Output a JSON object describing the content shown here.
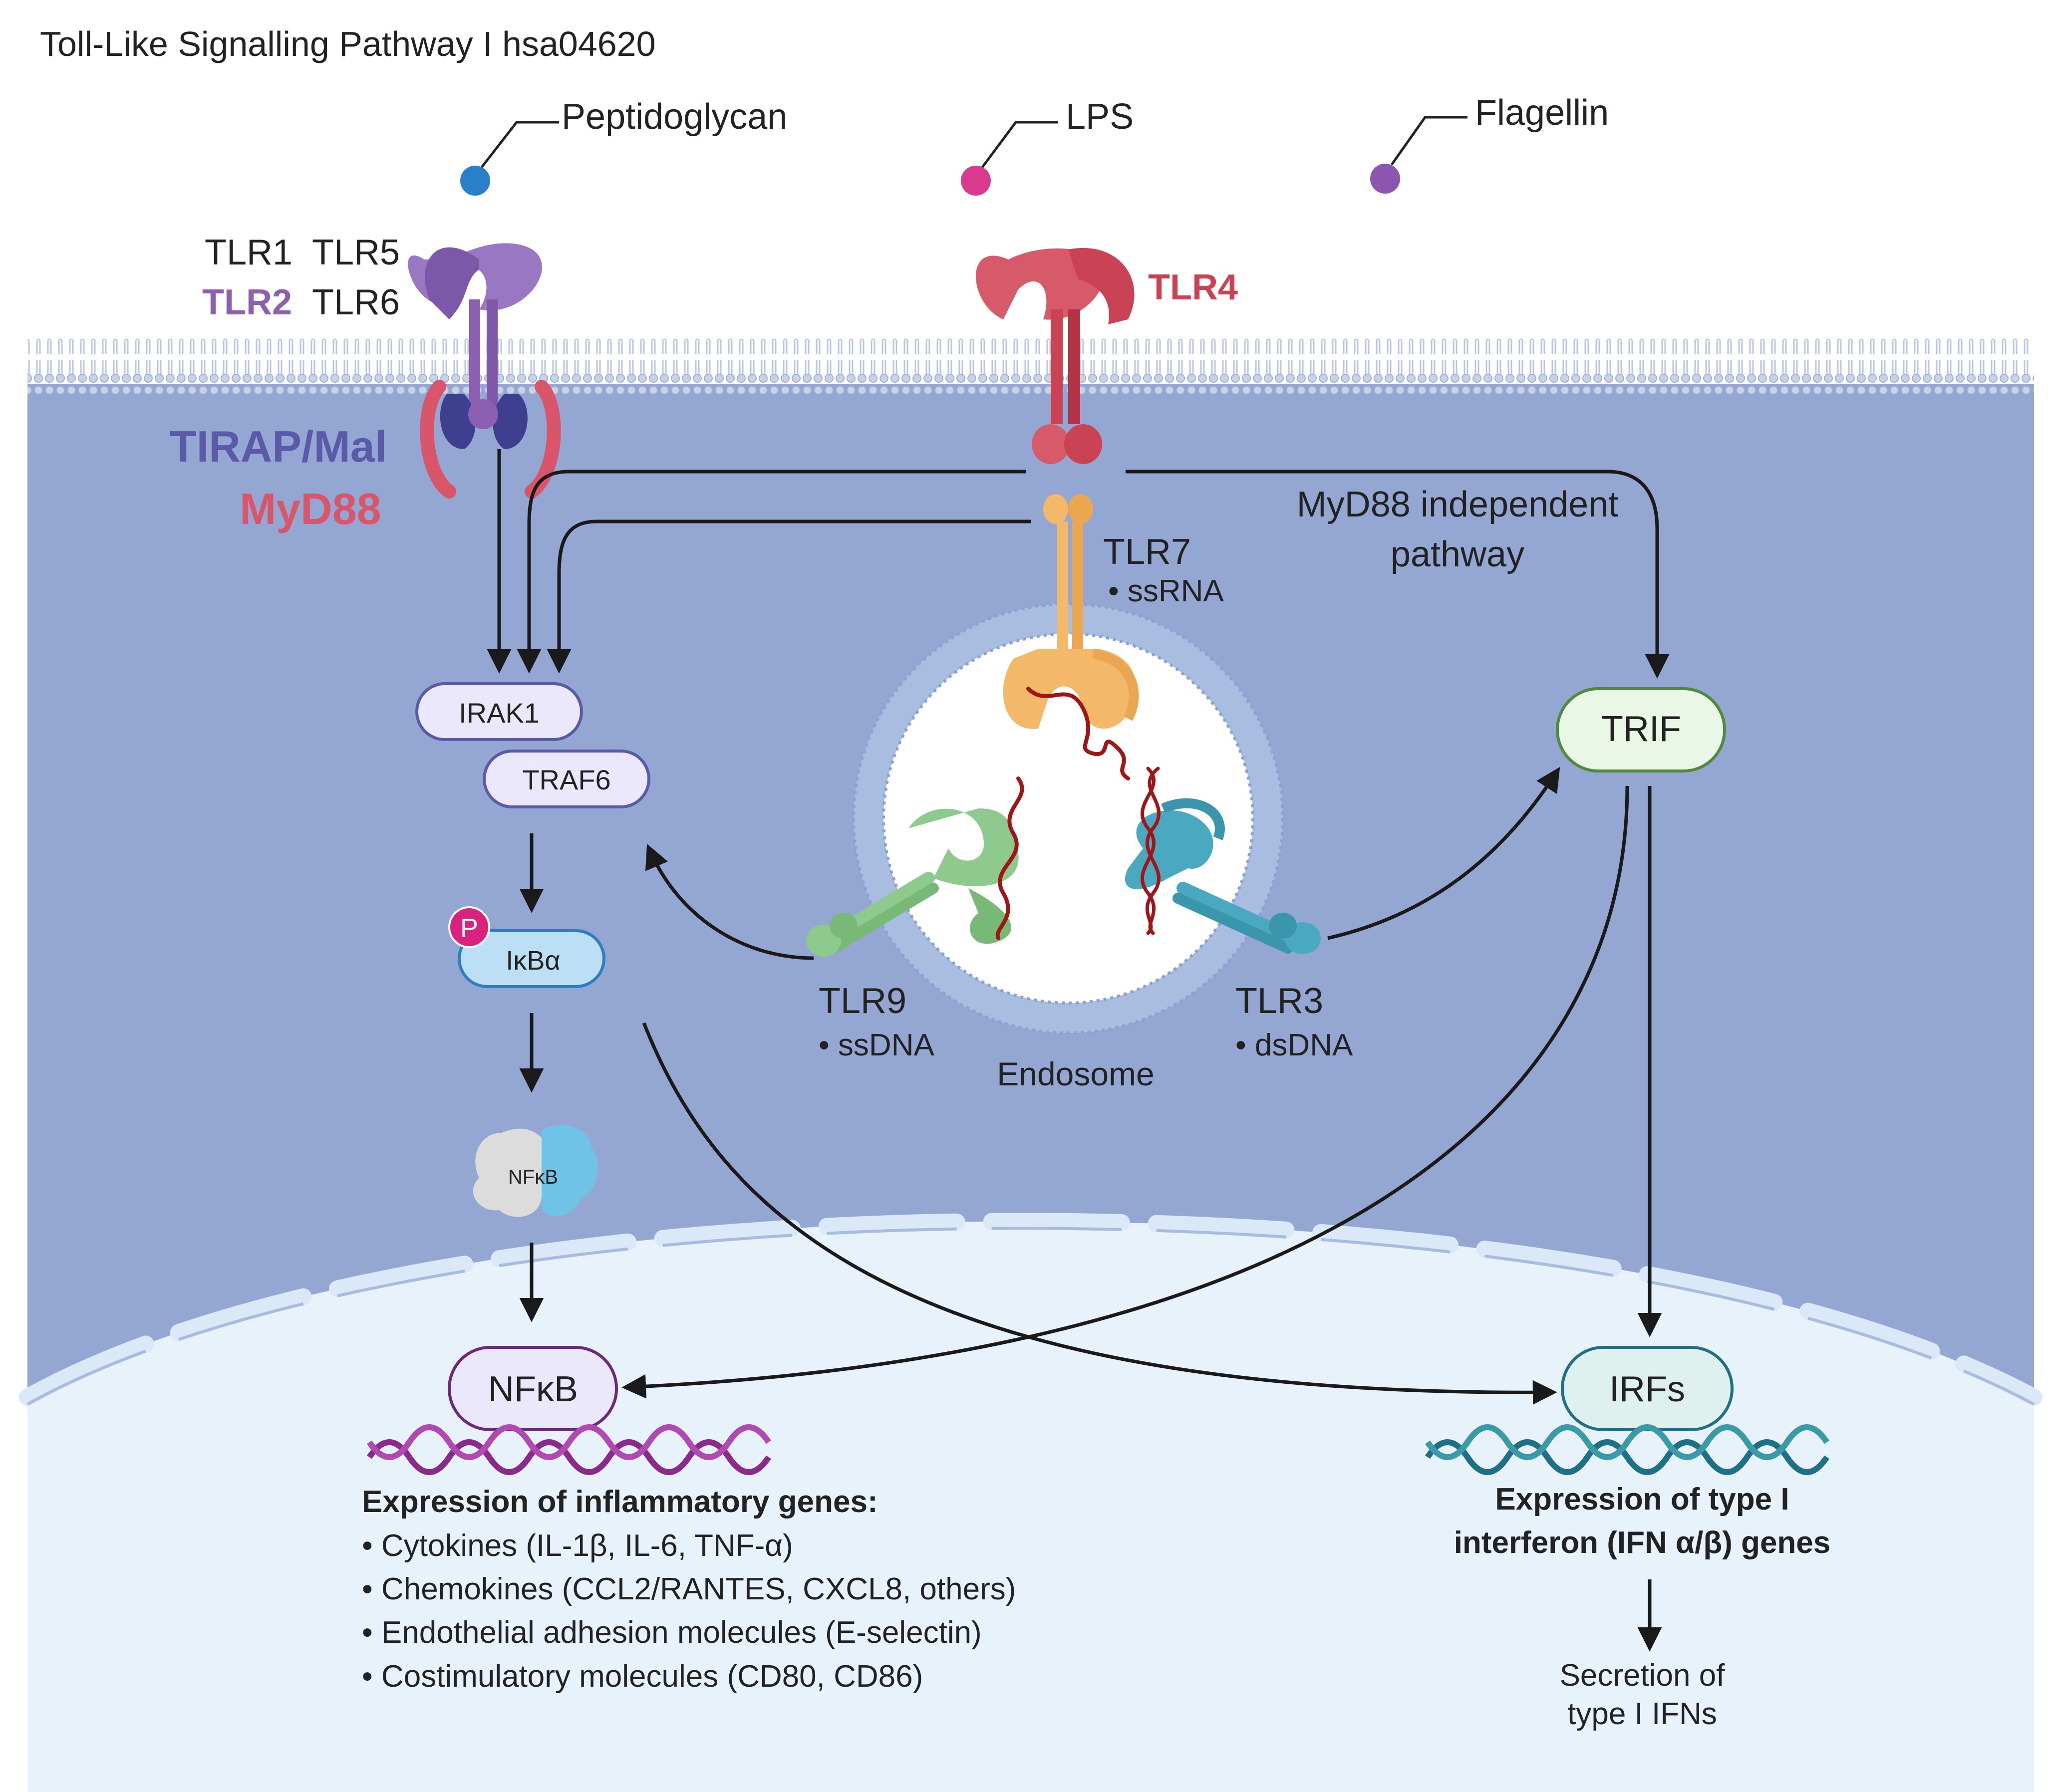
{
  "title": "Toll-Like Signalling Pathway I hsa04620",
  "ligands": {
    "peptidoglycan": "Peptidoglycan",
    "lps": "LPS",
    "flagellin": "Flagellin"
  },
  "receptors": {
    "tlr1": "TLR1",
    "tlr2": "TLR2",
    "tlr5": "TLR5",
    "tlr6": "TLR6",
    "tlr4": "TLR4",
    "tlr7": "TLR7",
    "tlr7_ligand": "• ssRNA",
    "tlr9": "TLR9",
    "tlr9_ligand": "• ssDNA",
    "tlr3": "TLR3",
    "tlr3_ligand": "• dsDNA"
  },
  "adaptors": {
    "tirap": "TIRAP/Mal",
    "myd88": "MyD88"
  },
  "nodes": {
    "irak1": "IRAK1",
    "traf6": "TRAF6",
    "ikba": "IκBα",
    "phospho": "P",
    "nfkb_cyto": "NFκB",
    "nfkb": "NFκB",
    "trif": "TRIF",
    "irfs": "IRFs"
  },
  "labels": {
    "myd88_independent_1": "MyD88 independent",
    "myd88_independent_2": "pathway",
    "endosome": "Endosome"
  },
  "inflammatory": {
    "heading": "Expression of inflammatory genes:",
    "items": [
      "• Cytokines (IL-1β, IL-6, TNF-α)",
      "• Chemokines (CCL2/RANTES, CXCL8, others)",
      "• Endothelial adhesion molecules (E-selectin)",
      "• Costimulatory molecules (CD80, CD86)"
    ]
  },
  "interferon": {
    "heading_1": "Expression of type I",
    "heading_2": "interferon (IFN α/β) genes",
    "secretion_1": "Secretion of",
    "secretion_2": "type I IFNs"
  },
  "colors": {
    "cytoplasm": "#94a7d3",
    "nucleus": "#e8f2fb",
    "tlr2": "#8d5fb0",
    "tirap": "#5a5aa8",
    "myd88": "#d9556a",
    "tlr4": "#c94355",
    "tlr7": "#f3b86a",
    "tlr9": "#8ec98d",
    "tlr3": "#4aa8c0",
    "peptidoglycan": "#2a7fc9",
    "lps": "#d93a8e",
    "flagellin": "#8b55b0",
    "trif": "#eaf6e6",
    "irfs": "#dff1ee",
    "nfkb": "#ece8fb",
    "dna_inflammatory": "#8a2a8a",
    "dna_interferon": "#1f6f86"
  }
}
